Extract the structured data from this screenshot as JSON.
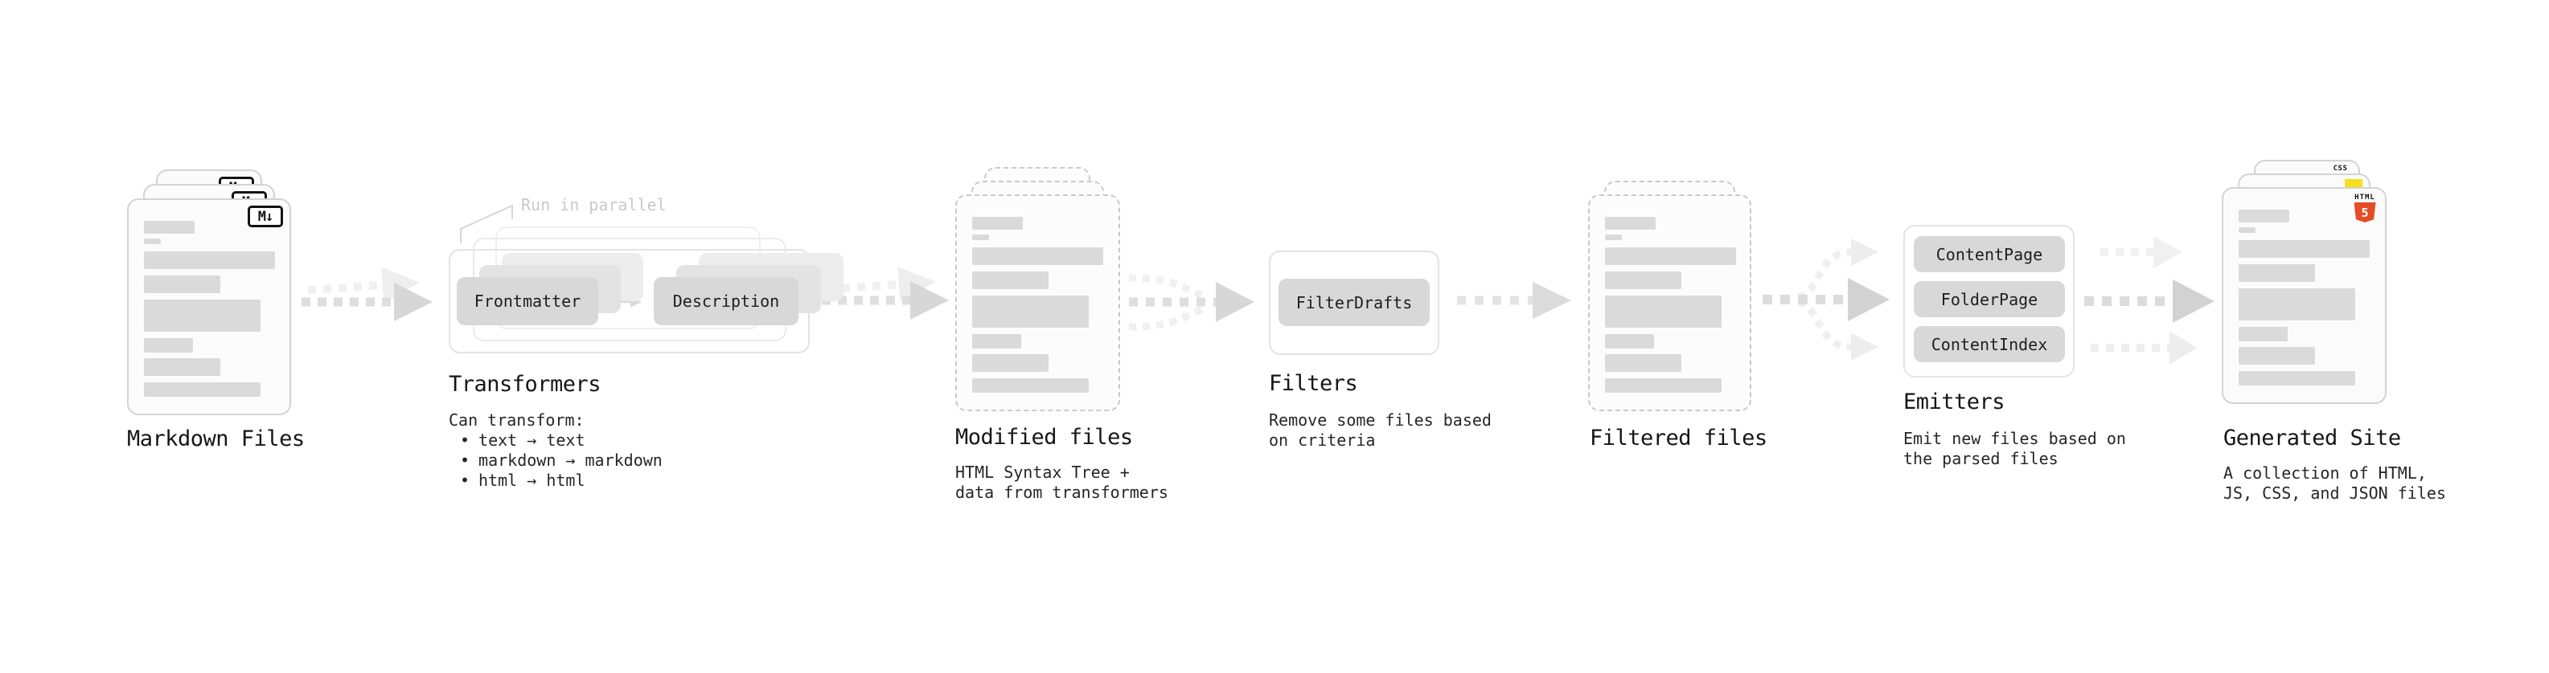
{
  "diagram": {
    "nodes": {
      "markdown_files": {
        "caption": "Markdown Files",
        "badge": "M↓"
      },
      "transformers": {
        "caption": "Transformers",
        "note": "Run in parallel",
        "boxes": [
          "Frontmatter",
          "Description"
        ],
        "desc_heading": "Can transform:",
        "bullet_char": "•",
        "bullets": [
          "text → text",
          "markdown → markdown",
          "html → html"
        ]
      },
      "modified_files": {
        "caption": "Modified files",
        "desc_line1": "HTML Syntax Tree +",
        "desc_line2": "data from transformers"
      },
      "filters": {
        "caption": "Filters",
        "boxes": [
          "FilterDrafts"
        ],
        "desc_line1": "Remove some files based",
        "desc_line2": "on criteria"
      },
      "filtered_files": {
        "caption": "Filtered files"
      },
      "emitters": {
        "caption": "Emitters",
        "boxes": [
          "ContentPage",
          "FolderPage",
          "ContentIndex"
        ],
        "desc_line1": "Emit new files based on",
        "desc_line2": "the parsed files"
      },
      "generated_site": {
        "caption": "Generated Site",
        "desc_line1": "A collection of HTML,",
        "desc_line2": "JS, CSS, and JSON files",
        "badges": {
          "css": "CSS",
          "html_label": "HTML",
          "html_number": "5"
        }
      }
    },
    "colors": {
      "markdown_badge": "#131313",
      "html5_orange": "#e44d26",
      "js_yellow": "#f7df1e",
      "css_blue": "#2962ff",
      "card_border": "#d3d3d3",
      "dashed_card_border": "#c9c9c9",
      "placeholder_bar": "#dadada",
      "arrow_dark": "#d7d7d7",
      "arrow_light": "#eeeeee",
      "note_gray": "#c9c9c9"
    }
  }
}
